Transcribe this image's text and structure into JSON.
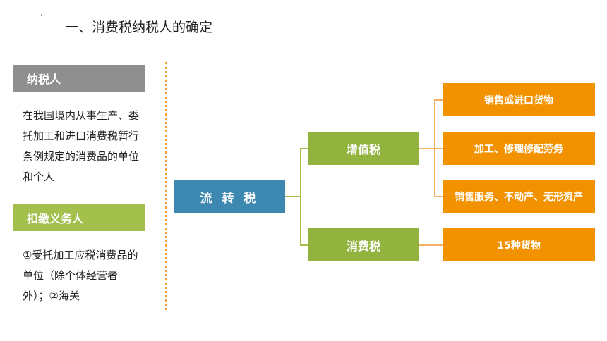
{
  "title": "一、消费税纳税人的确定",
  "left": {
    "taxpayer_header": "纳税人",
    "taxpayer_text": "在我国境内从事生产、委托加工和进口消费税暂行条例规定的消费品的单位和个人",
    "withholding_header": "扣缴义务人",
    "withholding_text": "①受托加工应税消费品的单位（除个体经营者外）；②海关"
  },
  "diagram": {
    "root": "流 转 税",
    "vat": "增值税",
    "consumption_tax": "消费税",
    "vat_items": [
      "销售或进口货物",
      "加工、修理修配劳务",
      "销售服务、不动产、无形资产"
    ],
    "consumption_items": [
      "15种货物"
    ]
  },
  "colors": {
    "gray_header": "#8f8f8f",
    "green_header": "#a3bf4c",
    "blue_box": "#3d88b0",
    "green_box": "#92b43f",
    "orange_box": "#f39200",
    "divider": "#f0a030"
  }
}
